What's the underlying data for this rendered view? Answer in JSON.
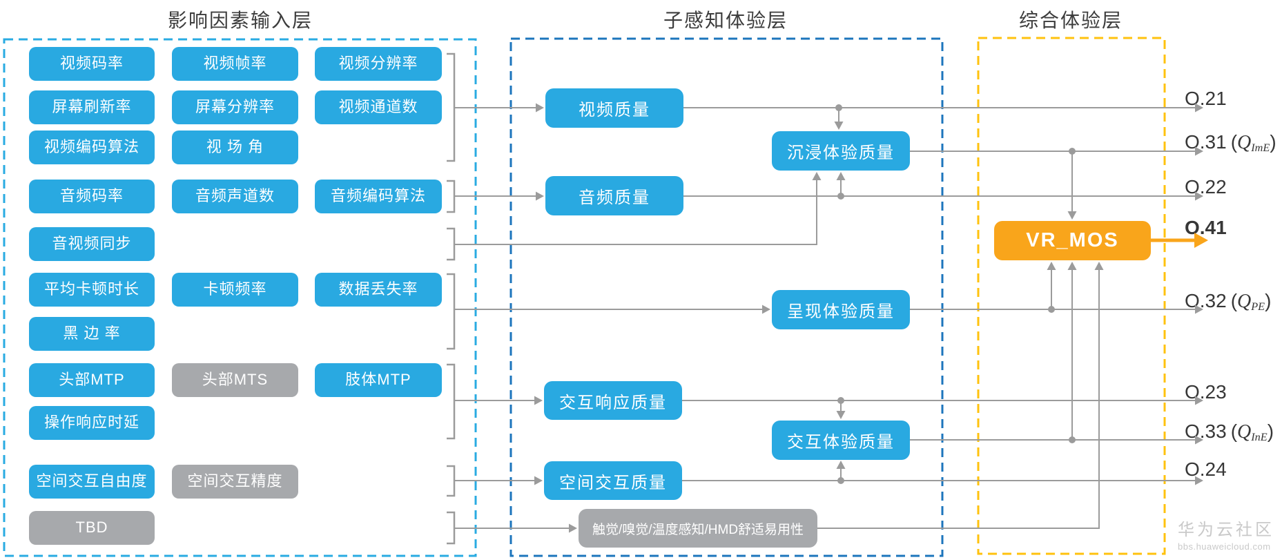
{
  "layers": {
    "input": {
      "title": "影响因素输入层"
    },
    "perception": {
      "title": "子感知体验层"
    },
    "overall": {
      "title": "综合体验层"
    }
  },
  "input_factors": [
    {
      "id": "video-bitrate",
      "label": "视频码率",
      "tone": "blue",
      "col": 0,
      "row": 0
    },
    {
      "id": "video-framerate",
      "label": "视频帧率",
      "tone": "blue",
      "col": 1,
      "row": 0
    },
    {
      "id": "video-resolution",
      "label": "视频分辨率",
      "tone": "blue",
      "col": 2,
      "row": 0
    },
    {
      "id": "screen-refresh-rate",
      "label": "屏幕刷新率",
      "tone": "blue",
      "col": 0,
      "row": 1
    },
    {
      "id": "screen-resolution",
      "label": "屏幕分辨率",
      "tone": "blue",
      "col": 1,
      "row": 1
    },
    {
      "id": "video-channel-count",
      "label": "视频通道数",
      "tone": "blue",
      "col": 2,
      "row": 1
    },
    {
      "id": "video-codec",
      "label": "视频编码算法",
      "tone": "blue",
      "col": 0,
      "row": 2
    },
    {
      "id": "field-of-view",
      "label": "视 场 角",
      "tone": "blue",
      "col": 1,
      "row": 2
    },
    {
      "id": "audio-bitrate",
      "label": "音频码率",
      "tone": "blue",
      "col": 0,
      "row": 3
    },
    {
      "id": "audio-channel-count",
      "label": "音频声道数",
      "tone": "blue",
      "col": 1,
      "row": 3
    },
    {
      "id": "audio-codec",
      "label": "音频编码算法",
      "tone": "blue",
      "col": 2,
      "row": 3
    },
    {
      "id": "av-sync",
      "label": "音视频同步",
      "tone": "blue",
      "col": 0,
      "row": 4
    },
    {
      "id": "avg-stall-duration",
      "label": "平均卡顿时长",
      "tone": "blue",
      "col": 0,
      "row": 5
    },
    {
      "id": "stall-frequency",
      "label": "卡顿频率",
      "tone": "blue",
      "col": 1,
      "row": 5
    },
    {
      "id": "data-loss-rate",
      "label": "数据丢失率",
      "tone": "blue",
      "col": 2,
      "row": 5
    },
    {
      "id": "black-edge-rate",
      "label": "黑 边 率",
      "tone": "blue",
      "col": 0,
      "row": 6
    },
    {
      "id": "head-mtp",
      "label": "头部MTP",
      "tone": "blue",
      "col": 0,
      "row": 7
    },
    {
      "id": "head-mts",
      "label": "头部MTS",
      "tone": "gray",
      "col": 1,
      "row": 7
    },
    {
      "id": "limb-mtp",
      "label": "肢体MTP",
      "tone": "blue",
      "col": 2,
      "row": 7
    },
    {
      "id": "operation-response-delay",
      "label": "操作响应时延",
      "tone": "blue",
      "col": 0,
      "row": 8
    },
    {
      "id": "spatial-interaction-dof",
      "label": "空间交互自由度",
      "tone": "blue",
      "col": 0,
      "row": 9
    },
    {
      "id": "spatial-interaction-precision",
      "label": "空间交互精度",
      "tone": "gray",
      "col": 1,
      "row": 9
    },
    {
      "id": "tbd",
      "label": "TBD",
      "tone": "gray",
      "col": 0,
      "row": 10
    }
  ],
  "perception_nodes": [
    {
      "id": "video-quality",
      "label": "视频质量",
      "tone": "blue"
    },
    {
      "id": "audio-quality",
      "label": "音频质量",
      "tone": "blue"
    },
    {
      "id": "immersive-experience-quality",
      "label": "沉浸体验质量",
      "tone": "blue"
    },
    {
      "id": "presentation-experience-quality",
      "label": "呈现体验质量",
      "tone": "blue"
    },
    {
      "id": "interaction-response-quality",
      "label": "交互响应质量",
      "tone": "blue"
    },
    {
      "id": "interaction-experience-quality",
      "label": "交互体验质量",
      "tone": "blue"
    },
    {
      "id": "spatial-interaction-quality",
      "label": "空间交互质量",
      "tone": "blue"
    },
    {
      "id": "other-senses",
      "label": "触觉/嗅觉/温度感知/HMD舒适易用性",
      "tone": "gray"
    }
  ],
  "integration": {
    "vr_mos_label": "VR_MOS"
  },
  "outputs": [
    {
      "id": "o21",
      "label": "O.21"
    },
    {
      "id": "o31",
      "label": "O.31",
      "formula": {
        "open": "(",
        "symbol": "Q",
        "subscript": "ImE",
        "close": ")"
      }
    },
    {
      "id": "o22",
      "label": "O.22"
    },
    {
      "id": "o41",
      "label": "O.41",
      "bold": true
    },
    {
      "id": "o32",
      "label": "O.32",
      "formula": {
        "open": "(",
        "symbol": "Q",
        "subscript": "PE",
        "close": ")"
      }
    },
    {
      "id": "o23",
      "label": "O.23"
    },
    {
      "id": "o33",
      "label": "O.33",
      "formula": {
        "open": "(",
        "symbol": "Q",
        "subscript": "InE",
        "close": ")"
      }
    },
    {
      "id": "o24",
      "label": "O.24"
    }
  ],
  "watermark": {
    "title": "华为云社区",
    "url": "bbs.huaweicloud.com"
  },
  "colors": {
    "blue_box": "#29A9E1",
    "gray_box": "#A7A9AC",
    "input_border": "#29ABE2",
    "perception_border": "#1C75BC",
    "overall_border": "#FFC20E",
    "line": "#9B9B9B",
    "accent": "#F9A51B",
    "title_text": "#3C3C3C"
  }
}
